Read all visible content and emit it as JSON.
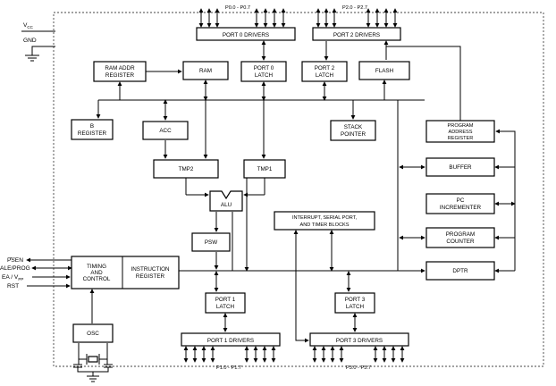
{
  "diagram": {
    "vcc": {
      "main": "V",
      "sub": "CC"
    },
    "gnd": "GND",
    "pins_top_left": "P0.0 - P0.7",
    "pins_top_right": "P2.0 - P2.7",
    "pins_bottom_left": "P1.0 - P1.7",
    "pins_bottom_right": "P3.0 - P3.7",
    "port0_drivers": "PORT 0 DRIVERS",
    "port2_drivers": "PORT 2 DRIVERS",
    "ram_addr_register": [
      "RAM ADDR",
      "REGISTER"
    ],
    "ram": "RAM",
    "port0_latch": [
      "PORT 0",
      "LATCH"
    ],
    "port2_latch": [
      "PORT 2",
      "LATCH"
    ],
    "flash": "FLASH",
    "b_register": [
      "B",
      "REGISTER"
    ],
    "acc": "ACC",
    "stack_pointer": [
      "STACK",
      "POINTER"
    ],
    "program_address_register": [
      "PROGRAM",
      "ADDRESS",
      "REGISTER"
    ],
    "tmp2": "TMP2",
    "tmp1": "TMP1",
    "buffer": "BUFFER",
    "alu": "ALU",
    "interrupt_blocks": [
      "INTERRUPT, SERIAL PORT,",
      "AND TIMER BLOCKS"
    ],
    "pc_incrementer": [
      "PC",
      "INCREMENTER"
    ],
    "psw": "PSW",
    "program_counter": [
      "PROGRAM",
      "COUNTER"
    ],
    "timing_control": [
      "TIMING",
      "AND",
      "CONTROL"
    ],
    "instruction_register": [
      "INSTRUCTION",
      "REGISTER"
    ],
    "dptr": "DPTR",
    "port1_latch": [
      "PORT 1",
      "LATCH"
    ],
    "port3_latch": [
      "PORT 3",
      "LATCH"
    ],
    "osc": "OSC",
    "port1_drivers": "PORT 1 DRIVERS",
    "port3_drivers": "PORT 3 DRIVERS",
    "signals": {
      "psen": "PSEN",
      "ale_prog": "ALE/PROG",
      "ea_vpp": "EA / V",
      "ea_vpp_sub": "PP",
      "rst": "RST"
    }
  }
}
